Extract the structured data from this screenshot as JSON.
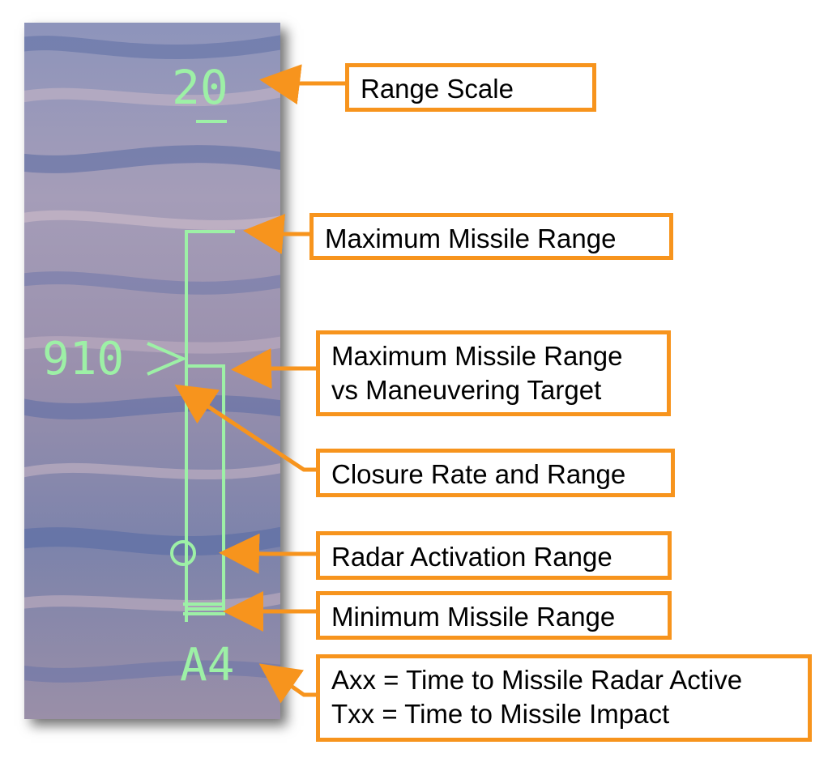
{
  "hud": {
    "range_scale": "20",
    "closure_rate": "910",
    "time_indicator": "A4",
    "symbology_color": "#9df0a6"
  },
  "callouts": [
    {
      "id": "range-scale",
      "lines": [
        "Range Scale"
      ]
    },
    {
      "id": "max-missile-range",
      "lines": [
        "Maximum Missile Range"
      ]
    },
    {
      "id": "max-range-maneuvering",
      "lines": [
        "Maximum Missile Range",
        "vs Maneuvering Target"
      ]
    },
    {
      "id": "closure-rate-range",
      "lines": [
        "Closure Rate and Range"
      ]
    },
    {
      "id": "radar-activation-range",
      "lines": [
        "Radar Activation Range"
      ]
    },
    {
      "id": "min-missile-range",
      "lines": [
        "Minimum Missile Range"
      ]
    },
    {
      "id": "time-indicator",
      "lines": [
        "Axx = Time to Missile Radar Active",
        "Txx = Time to Missile Impact"
      ]
    }
  ],
  "colors": {
    "callout_border": "#f7941d",
    "arrow": "#f7941d",
    "sky_base": "#7f89b0"
  }
}
